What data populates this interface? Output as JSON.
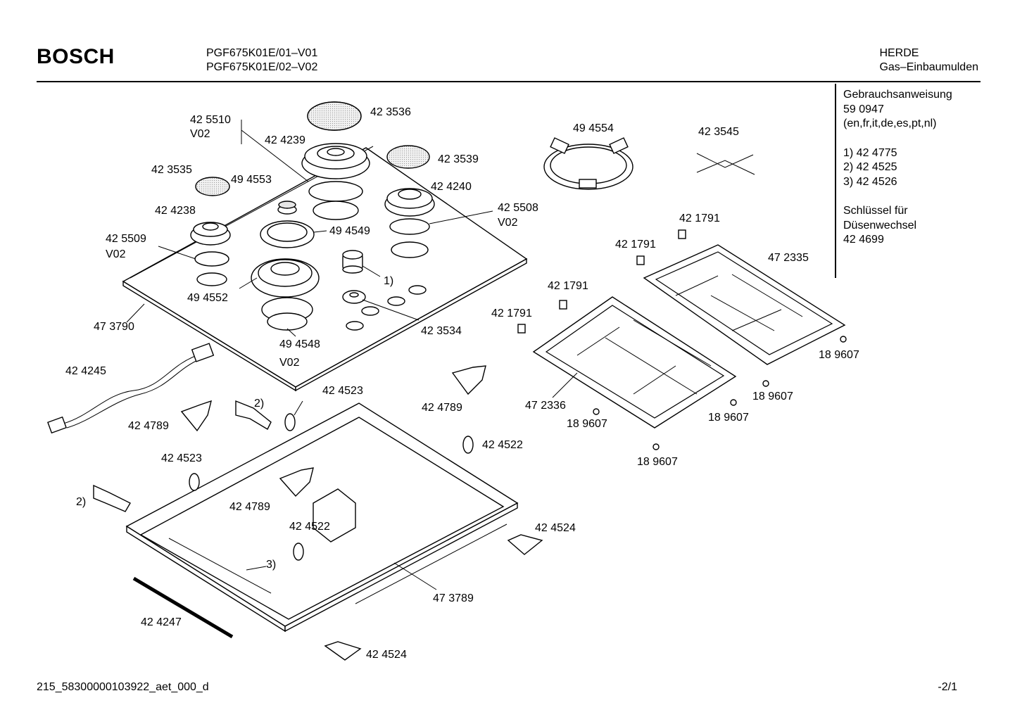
{
  "header": {
    "brand": "BOSCH",
    "models": [
      "PGF675K01E/01–V01",
      "PGF675K01E/02–V02"
    ],
    "category": [
      "HERDE",
      "Gas–Einbaumulden"
    ]
  },
  "side_panel": {
    "manual_label": "Gebrauchsanweisung",
    "manual_number": "59 0947",
    "manual_languages": "(en,fr,it,de,es,pt,nl)",
    "notes": [
      "1)  42 4775",
      "2)  42 4525",
      "3)  42 4526"
    ],
    "key_label_1": "Schlüssel für",
    "key_label_2": "Düsenwechsel",
    "key_number": "42 4699"
  },
  "parts": {
    "p1": "42 5510",
    "p2": "V02",
    "p3": "42 4239",
    "p4": "42 3536",
    "p5": "42 3539",
    "p6": "42 3535",
    "p7": "49 4553",
    "p8": "42 4240",
    "p9": "42 4238",
    "p10": "42 5508",
    "p11": "V02",
    "p12": "42 5509",
    "p13": "V02",
    "p14": "49 4549",
    "p15": "1)",
    "p16": "49 4552",
    "p17": "42 3534",
    "p18": "47 3790",
    "p19": "49 4548",
    "p20": "V02",
    "p21": "49 4554",
    "p22": "42 3545",
    "p23": "42 1791",
    "p24": "42 1791",
    "p25": "47 2335",
    "p26": "42 1791",
    "p27": "42 1791",
    "p28": "18 9607",
    "p29": "42 4245",
    "p30": "42 4523",
    "p31": "2)",
    "p32": "42 4789",
    "p33": "42 4789",
    "p34": "18 9607",
    "p35": "47 2336",
    "p36": "18 9607",
    "p37": "18 9607",
    "p38": "42 4522",
    "p39": "18 9607",
    "p40": "42 4523",
    "p41": "2)",
    "p42": "42 4789",
    "p43": "42 4522",
    "p44": "42 4524",
    "p45": "3)",
    "p46": "47 3789",
    "p47": "42 4247",
    "p48": "42 4524"
  },
  "footer": {
    "doc_id": "215_58300000103922_aet_000_d",
    "page": "-2/1"
  }
}
